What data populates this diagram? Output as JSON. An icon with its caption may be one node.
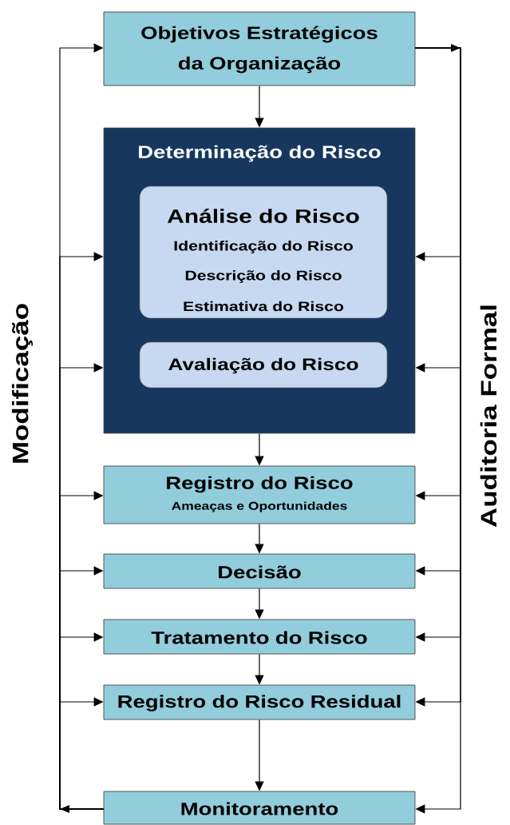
{
  "diagram": {
    "nodes": [
      {
        "text": [
          "Objetivos Estratégicos da Organização"
        ]
      },
      {
        "text": [
          "Determinação do Risco"
        ]
      },
      {
        "text": [
          "Análise do Risco",
          "Identificação do Risco",
          "Descrição do Risco",
          "Estimativa do Risco"
        ],
        "in": 1
      },
      {
        "text": [
          "Avaliação do Risco"
        ],
        "in": 1
      },
      {
        "text": [
          "Registro do Risco",
          "Ameaças e Oportunidades"
        ]
      },
      {
        "text": [
          "Decisão"
        ]
      },
      {
        "text": [
          "Tratamento do Risco"
        ]
      },
      {
        "text": [
          "Registro do Risco Residual"
        ]
      },
      {
        "text": [
          "Monitoramento"
        ]
      }
    ],
    "edges": [
      {
        "from": 0,
        "to": 1,
        "arrow": "to"
      },
      {
        "from": 1,
        "to": 4,
        "arrow": "to"
      },
      {
        "from": 4,
        "to": 5,
        "arrow": "to"
      },
      {
        "from": 5,
        "to": 6,
        "arrow": "to"
      },
      {
        "from": 6,
        "to": 7,
        "arrow": "to"
      },
      {
        "from": 7,
        "to": 8,
        "arrow": "to"
      },
      {
        "from": 8,
        "to": 0,
        "arrow": "to"
      },
      {
        "from": 8,
        "to": 1,
        "arrow": "to"
      },
      {
        "from": 8,
        "to": 1,
        "arrow": "to"
      },
      {
        "from": 8,
        "to": 4,
        "arrow": "to"
      },
      {
        "from": 8,
        "to": 5,
        "arrow": "to"
      },
      {
        "from": 8,
        "to": 6,
        "arrow": "to"
      },
      {
        "from": 8,
        "to": 7,
        "arrow": "to"
      },
      {
        "from": 0,
        "to": 1,
        "arrow": "to"
      },
      {
        "from": 0,
        "to": 1,
        "arrow": "to"
      },
      {
        "from": 0,
        "to": 4,
        "arrow": "to"
      },
      {
        "from": 0,
        "to": 5,
        "arrow": "to"
      },
      {
        "from": 0,
        "to": 6,
        "arrow": "to"
      },
      {
        "from": 0,
        "to": 7,
        "arrow": "to"
      },
      {
        "from": 0,
        "to": 8,
        "arrow": "to"
      }
    ],
    "labels": [
      "Modificação",
      "Auditoria Formal"
    ]
  }
}
